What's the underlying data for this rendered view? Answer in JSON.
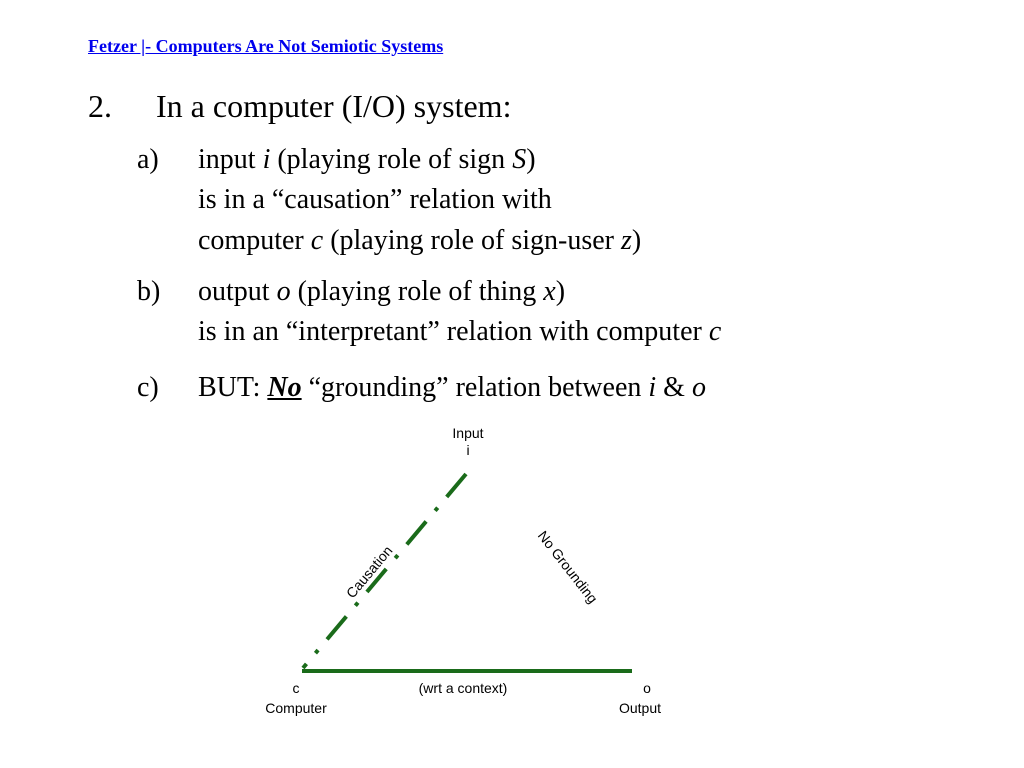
{
  "header": {
    "title": "Fetzer |- Computers Are Not Semiotic Systems"
  },
  "point": {
    "number": "2.",
    "text": "In a computer (I/O) system:"
  },
  "items": {
    "a": {
      "marker": "a)",
      "l1_p1": "input ",
      "l1_i1": "i",
      "l1_p2": " (playing role of sign ",
      "l1_i2": "S",
      "l1_p3": ")",
      "l2": "is in a “causation” relation with",
      "l3_p1": "computer ",
      "l3_i1": "c",
      "l3_p2": " (playing role of sign-user ",
      "l3_i2": "z",
      "l3_p3": ")"
    },
    "b": {
      "marker": "b)",
      "l1_p1": "output ",
      "l1_i1": "o",
      "l1_p2": " (playing role of thing ",
      "l1_i2": "x",
      "l1_p3": ")",
      "l2_p1": "is in an “interpretant” relation with computer ",
      "l2_i1": "c"
    },
    "c": {
      "marker": "c)",
      "p1": "BUT:  ",
      "emph": "No",
      "p2": " “grounding” relation between ",
      "i1": "i",
      "p3": " & ",
      "i2": "o"
    }
  },
  "diagram": {
    "input_label": "Input",
    "input_var": "i",
    "computer_var": "c",
    "computer_label": "Computer",
    "output_var": "o",
    "output_label": "Output",
    "causation_label": "Causation",
    "grounding_label": "No Grounding",
    "context_label": "(wrt a context)",
    "line_color": "#1a6b1a"
  }
}
